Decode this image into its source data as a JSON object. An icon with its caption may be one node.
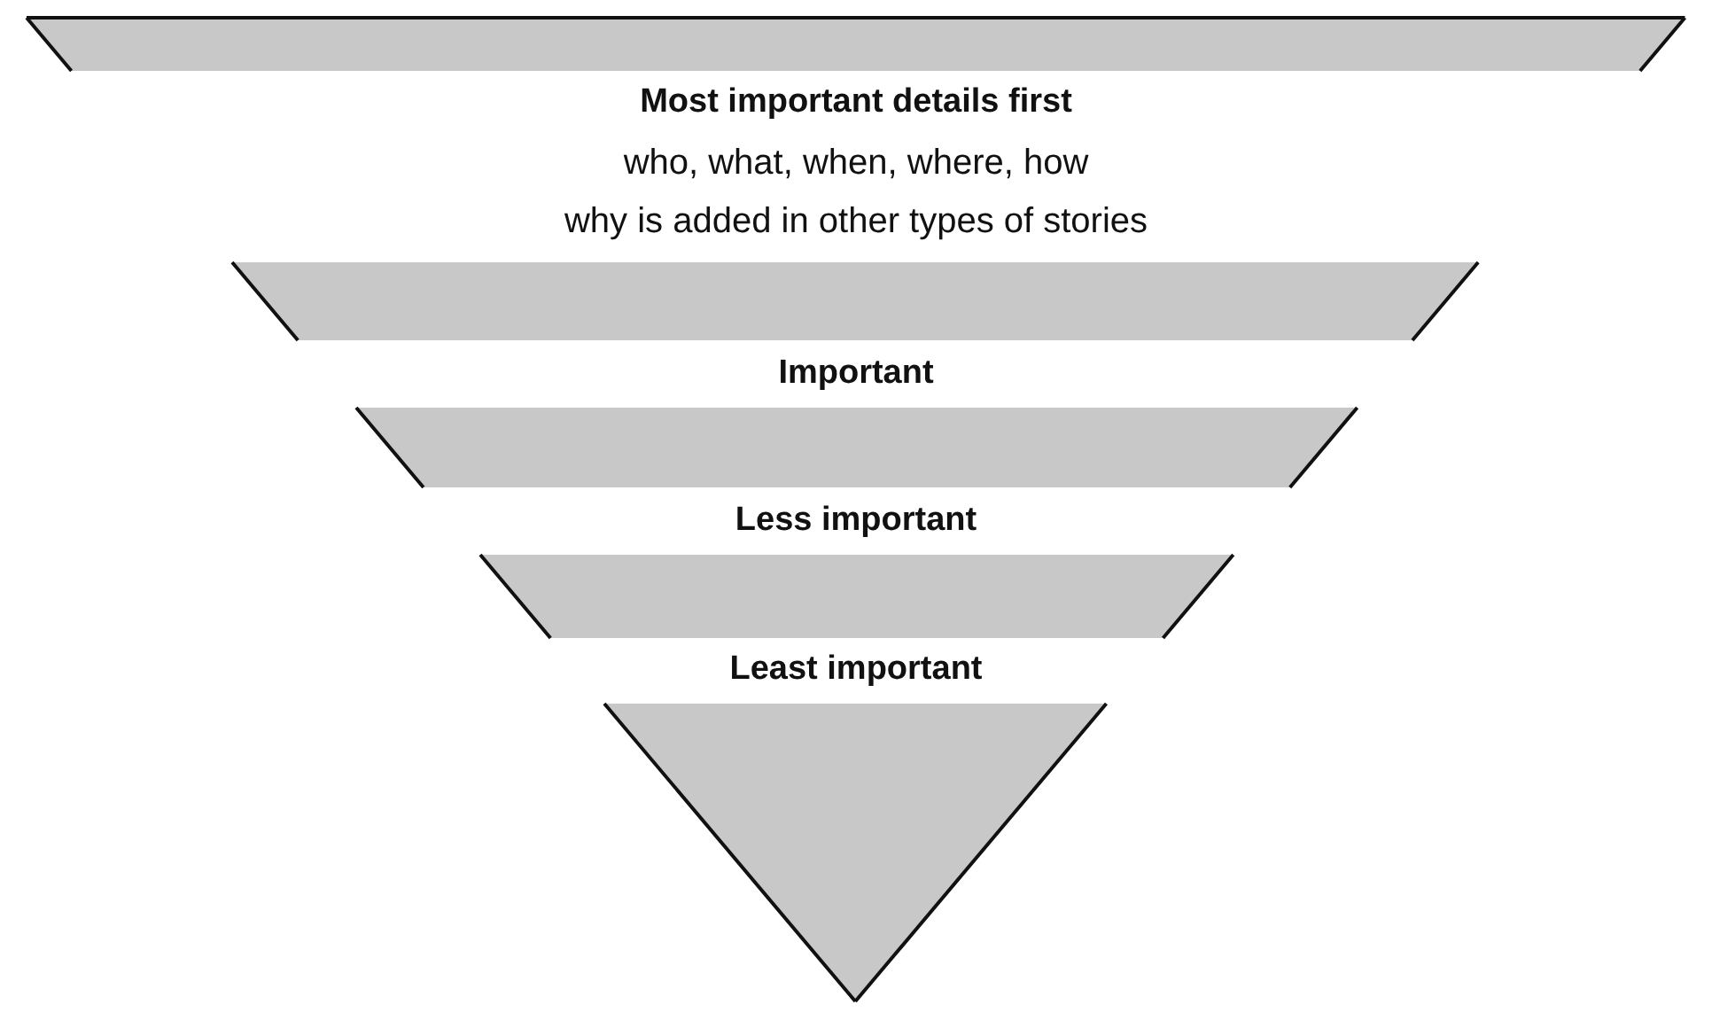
{
  "diagram": {
    "nodes": [
      {
        "text": [],
        "shape": "bar"
      },
      {
        "text": [
          "Most important details first",
          "who, what, when, where, how",
          "why is added in other types of stories"
        ]
      },
      {
        "text": [
          "Important"
        ]
      },
      {
        "text": [
          "Less important"
        ]
      },
      {
        "text": [
          "Least important"
        ]
      }
    ]
  }
}
